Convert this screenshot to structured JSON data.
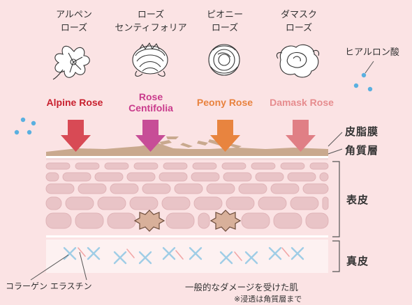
{
  "flowers": [
    {
      "jp_line1": "アルペン",
      "jp_line2": "ローズ",
      "en": "Alpine Rose",
      "en_line2": "",
      "color": "#c8202e",
      "icon": "alpine-rose-icon"
    },
    {
      "jp_line1": "ローズ",
      "jp_line2": "センティフォリア",
      "en": "Rose",
      "en_line2": "Centifolia",
      "color": "#c93b8c",
      "icon": "rose-centifolia-icon"
    },
    {
      "jp_line1": "ピオニー",
      "jp_line2": "ローズ",
      "en": "Peony Rose",
      "en_line2": "",
      "color": "#e8823e",
      "icon": "peony-rose-icon"
    },
    {
      "jp_line1": "ダマスク",
      "jp_line2": "ローズ",
      "en": "Damask Rose",
      "en_line2": "",
      "color": "#e68c8e",
      "icon": "damask-rose-icon"
    }
  ],
  "hyaluronic_label": "ヒアルロン酸",
  "layers": {
    "sebum": "皮脂膜",
    "stratum_corneum": "角質層",
    "epidermis": "表皮",
    "dermis": "真皮"
  },
  "fibers_label": "コラーゲン エラスチン",
  "damaged_skin_label": "一般的なダメージを受けた肌",
  "footnote": "※浸透は角質層まで",
  "colors": {
    "background": "#fbe3e4",
    "cell": "#e9c4c7",
    "cell_border": "#d9a9ad",
    "stratum": "#c9a98e",
    "dot": "#5ab0e0",
    "collagen": "#9fcde6",
    "elastin": "#f2a6a6"
  }
}
